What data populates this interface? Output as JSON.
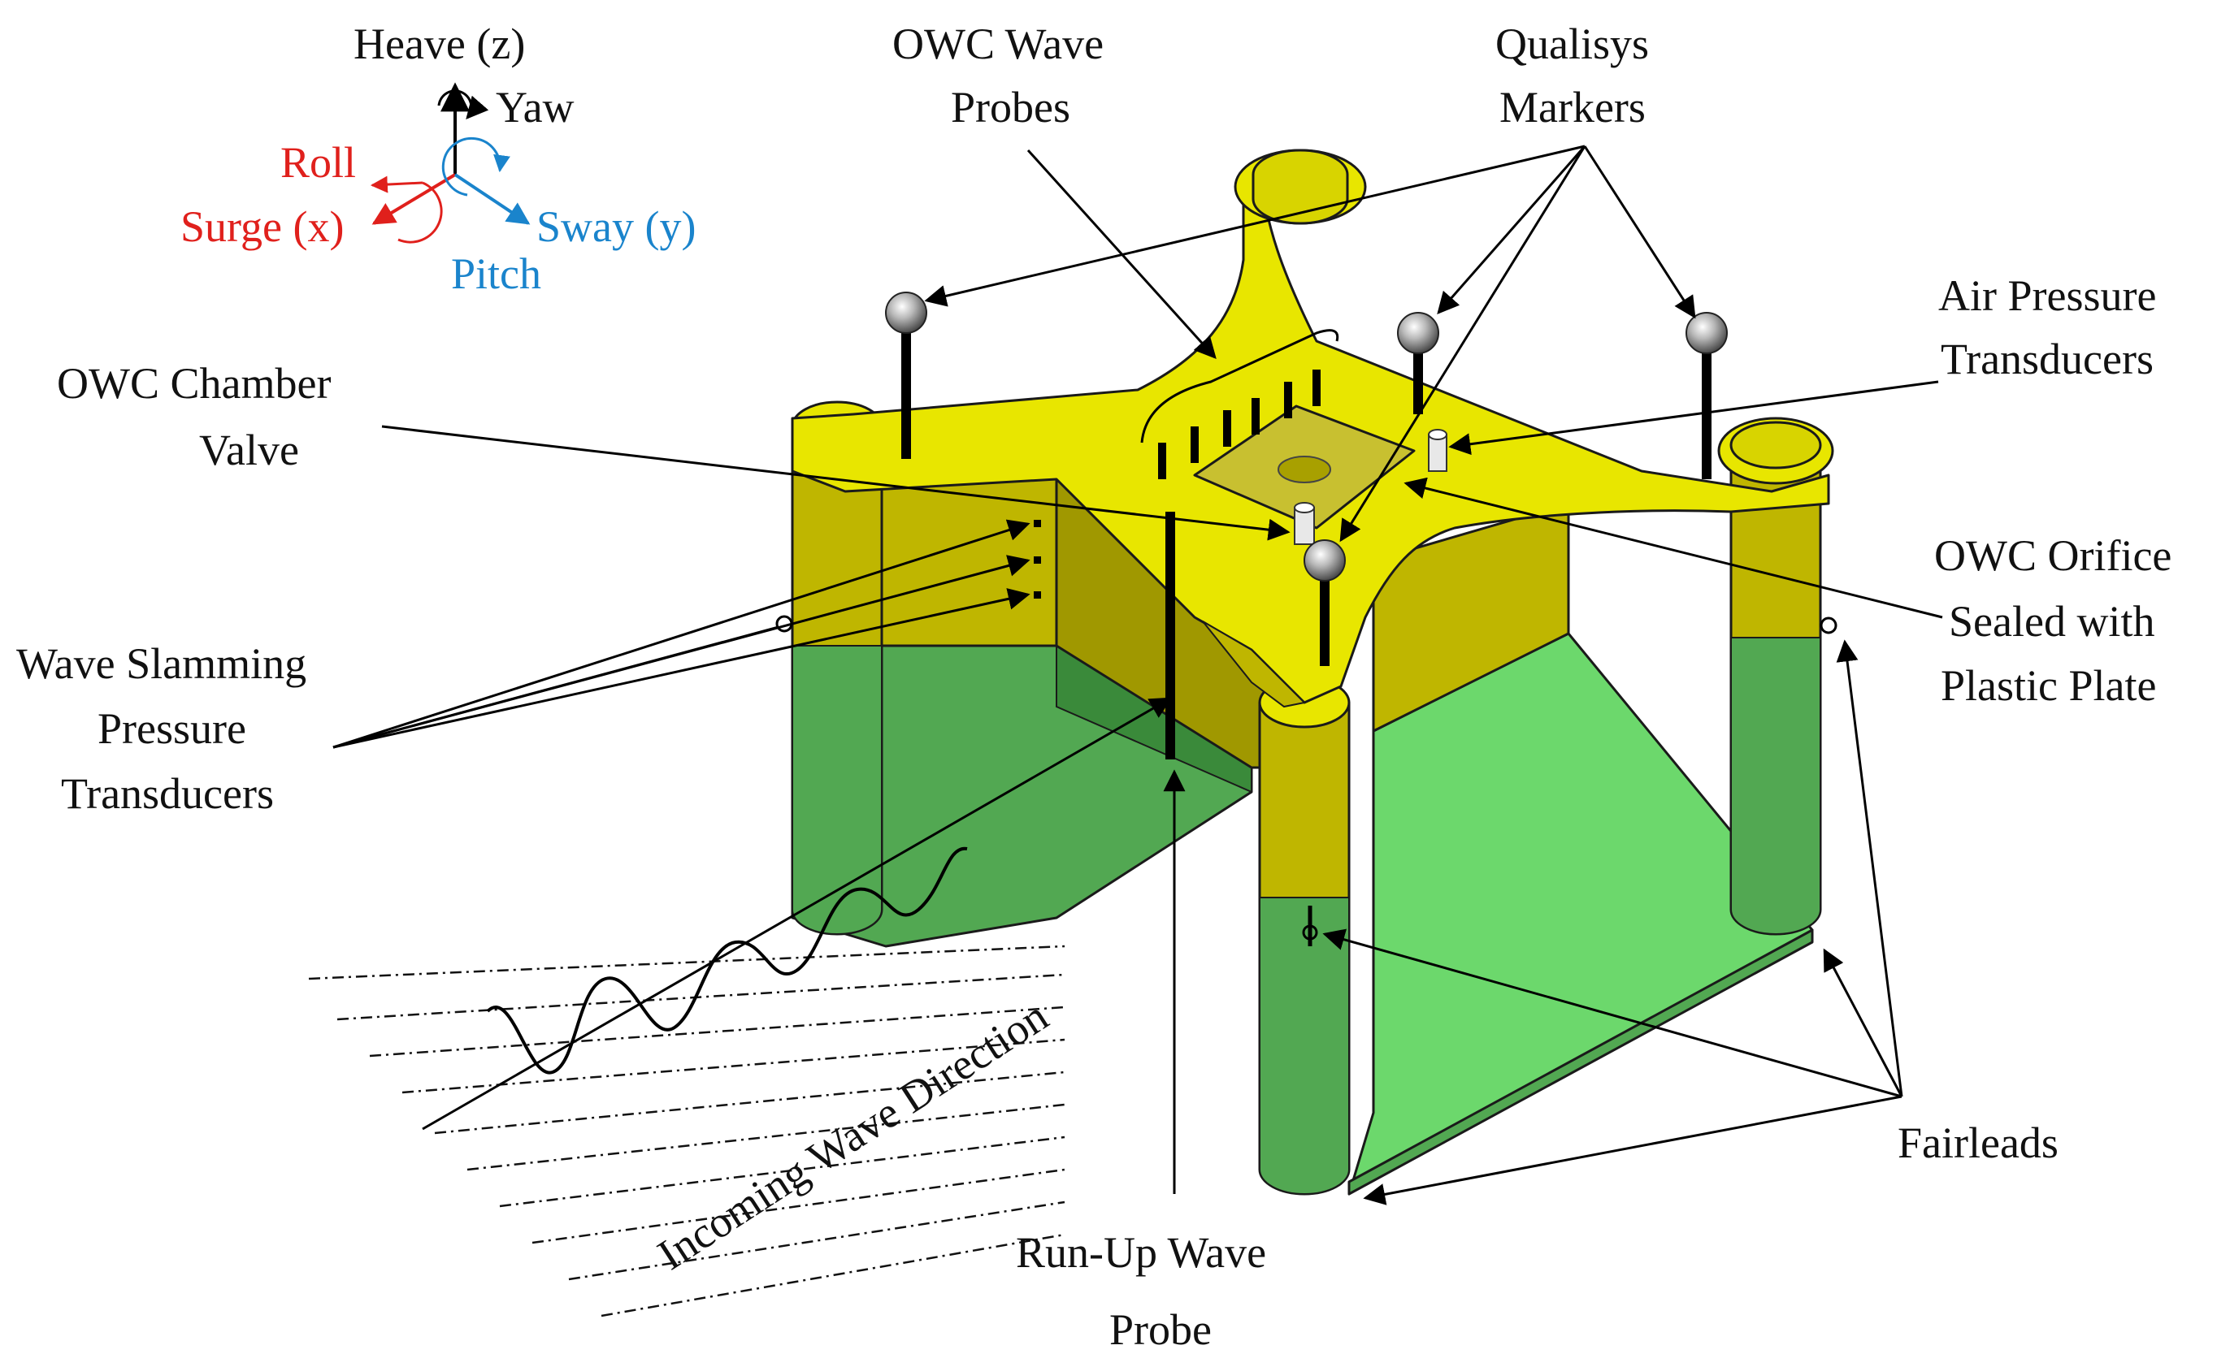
{
  "colors": {
    "deck_yellow": "#e8e600",
    "column_yellow": "#bfb600",
    "hull_green": "#52a852",
    "hull_green_dark": "#3a8a3a",
    "plate_green": "#6cd86c",
    "roll_red": "#e0201c",
    "pitch_blue": "#1a84cc"
  },
  "axes": {
    "heave": "Heave (z)",
    "yaw": "Yaw",
    "roll": "Roll",
    "surge": "Surge (x)",
    "sway": "Sway (y)",
    "pitch": "Pitch"
  },
  "labels": {
    "owc_wave_probes": [
      "OWC Wave",
      "Probes"
    ],
    "qualisys_markers": [
      "Qualisys",
      "Markers"
    ],
    "air_pressure_transducers": [
      "Air Pressure",
      "Transducers"
    ],
    "owc_chamber_valve": [
      "OWC Chamber",
      "Valve"
    ],
    "owc_orifice": [
      "OWC Orifice",
      "Sealed with",
      "Plastic Plate"
    ],
    "wave_slamming": [
      "Wave Slamming",
      "Pressure",
      "Transducers"
    ],
    "incoming_wave": "Incoming Wave Direction",
    "run_up_probe": [
      "Run-Up Wave",
      "Probe"
    ],
    "fairleads": "Fairleads"
  }
}
